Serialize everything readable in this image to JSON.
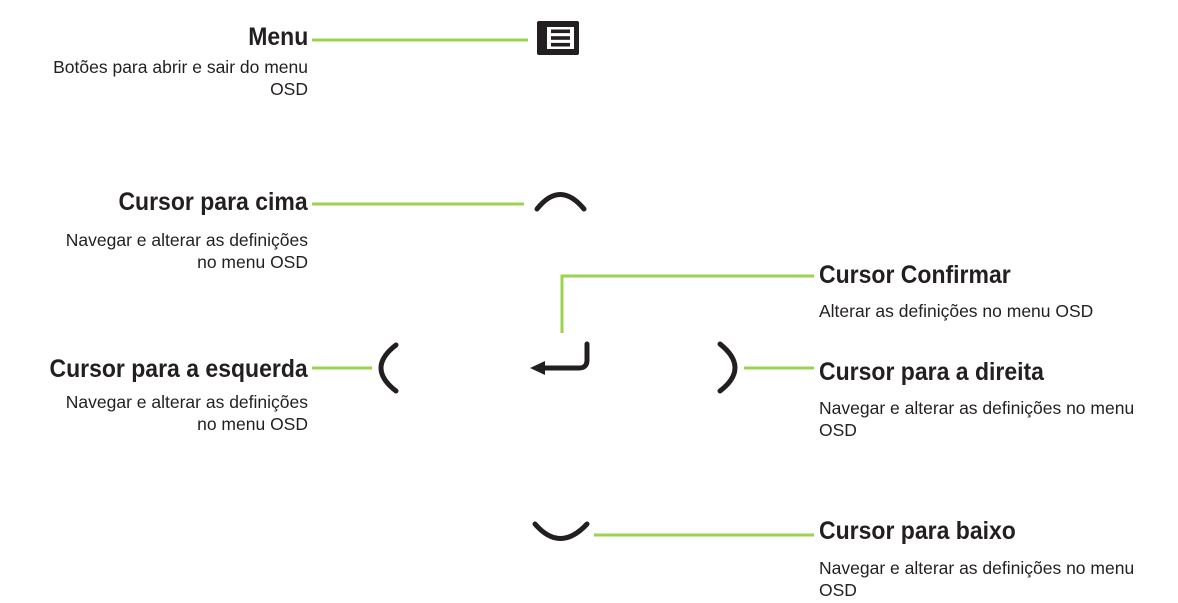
{
  "colors": {
    "connector": "#9bd34f",
    "icon": "#231f20",
    "text": "#231f20"
  },
  "buttons": {
    "menu": {
      "icon": "menu-icon",
      "title": "Menu",
      "description": "Botões para abrir e sair do menu OSD"
    },
    "up": {
      "icon": "chevron-up-icon",
      "title": "Cursor para cima",
      "description": "Navegar e alterar as definições no menu OSD"
    },
    "confirm": {
      "icon": "enter-arrow-icon",
      "title": "Cursor Confirmar",
      "description": "Alterar as definições no menu OSD"
    },
    "left": {
      "icon": "chevron-left-icon",
      "title": "Cursor para a esquerda",
      "description": "Navegar e alterar as definições no menu OSD"
    },
    "right": {
      "icon": "chevron-right-icon",
      "title": "Cursor para a direita",
      "description": "Navegar e alterar as definições no menu OSD"
    },
    "down": {
      "icon": "chevron-down-icon",
      "title": "Cursor para baixo",
      "description": "Navegar e alterar as definições no menu OSD"
    }
  }
}
